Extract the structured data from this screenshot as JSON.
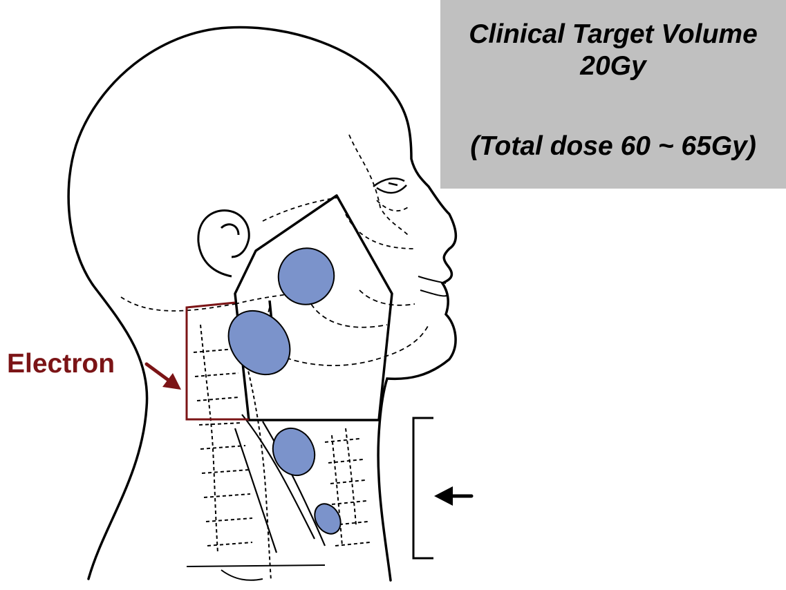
{
  "title_box": {
    "line1": "Clinical Target Volume",
    "line2": "20Gy",
    "line3": "(Total dose 60 ~ 65Gy)"
  },
  "electron_label": "Electron",
  "colors": {
    "title_background": "#c0c0c0",
    "electron": "#7b1416",
    "lymph_node_fill": "#7b93cb",
    "outline": "#000000"
  },
  "icons": {
    "electron_arrow": "arrow-down-right-icon",
    "lower_arrow": "arrow-left-icon",
    "bracket": "right-bracket-icon"
  }
}
